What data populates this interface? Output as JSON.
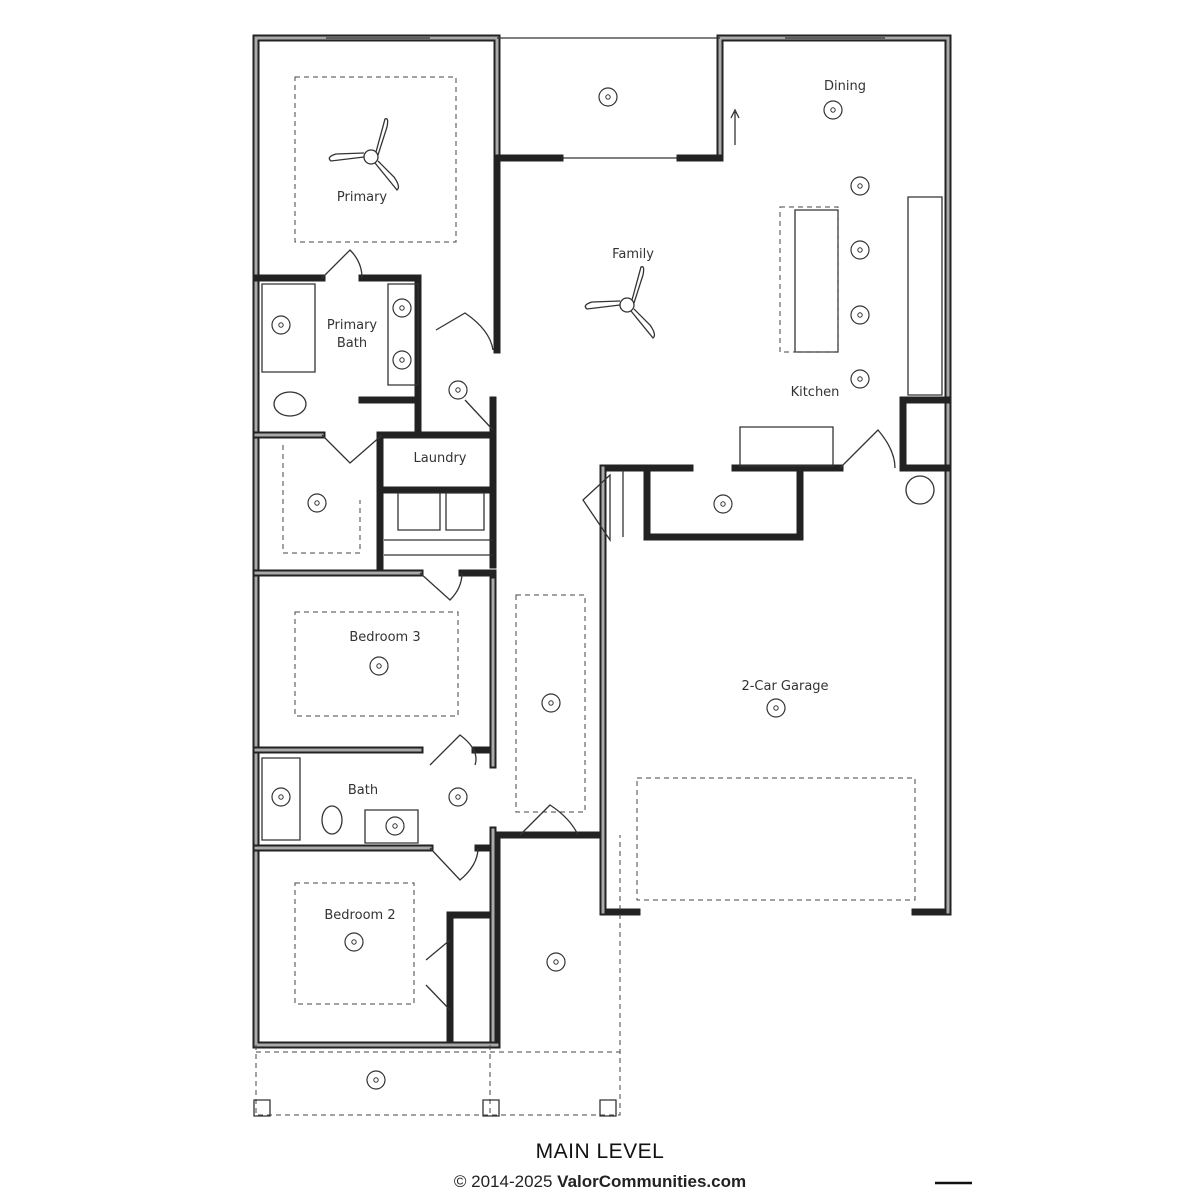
{
  "plan": {
    "title": "MAIN LEVEL",
    "copyright_prefix": "© 2014-2025",
    "brand": "ValorCommunities.com",
    "rooms": {
      "primary": "Primary",
      "primary_bath_1": "Primary",
      "primary_bath_2": "Bath",
      "family": "Family",
      "dining": "Dining",
      "kitchen": "Kitchen",
      "laundry": "Laundry",
      "bedroom3": "Bedroom 3",
      "garage": "2-Car Garage",
      "bath": "Bath",
      "bedroom2": "Bedroom 2"
    }
  }
}
